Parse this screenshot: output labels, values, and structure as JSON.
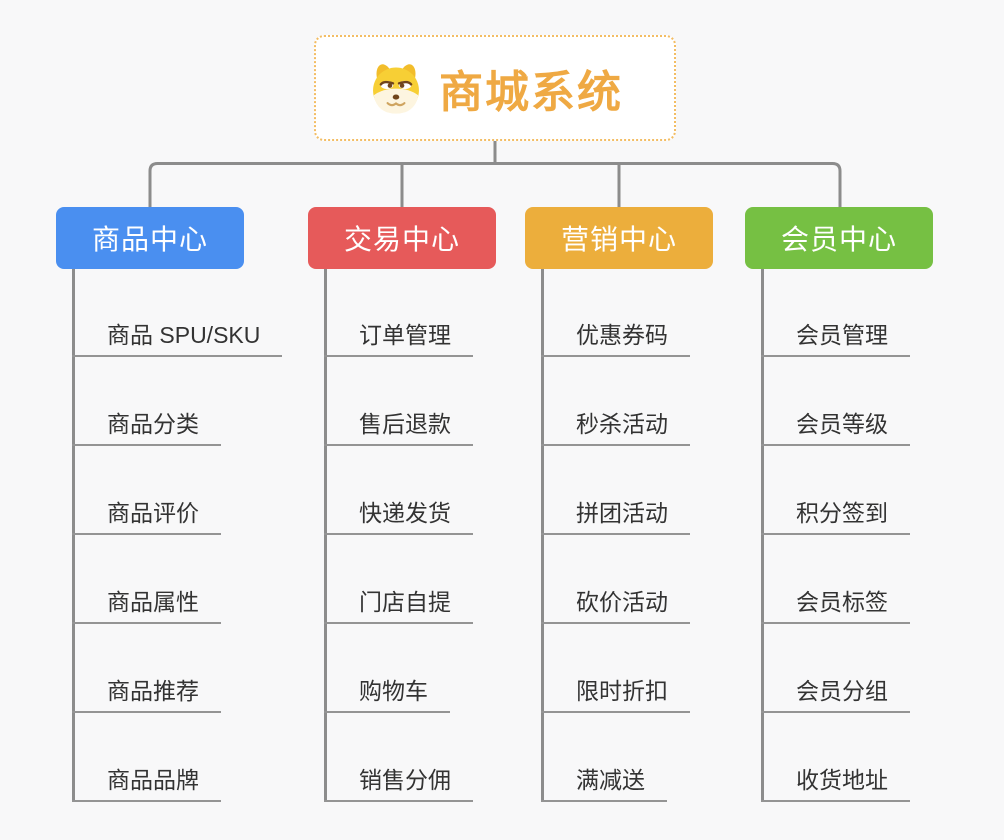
{
  "root": {
    "title": "商城系统",
    "icon": "doge-icon"
  },
  "branches": [
    {
      "label": "商品中心",
      "color": "#4a8ff0",
      "children": [
        "商品 SPU/SKU",
        "商品分类",
        "商品评价",
        "商品属性",
        "商品推荐",
        "商品品牌"
      ]
    },
    {
      "label": "交易中心",
      "color": "#e65a5a",
      "children": [
        "订单管理",
        "售后退款",
        "快递发货",
        "门店自提",
        "购物车",
        "销售分佣"
      ]
    },
    {
      "label": "营销中心",
      "color": "#ecae3c",
      "children": [
        "优惠券码",
        "秒杀活动",
        "拼团活动",
        "砍价活动",
        "限时折扣",
        "满减送"
      ]
    },
    {
      "label": "会员中心",
      "color": "#76c043",
      "children": [
        "会员管理",
        "会员等级",
        "积分签到",
        "会员标签",
        "会员分组",
        "收货地址"
      ]
    }
  ],
  "style": {
    "background": "#f8f8f9",
    "connector_color": "#8c8c8c",
    "underline_color": "#949494",
    "root_text_color": "#efa943",
    "root_border_color": "#f3bd64",
    "leaf_text_color": "#333333"
  }
}
